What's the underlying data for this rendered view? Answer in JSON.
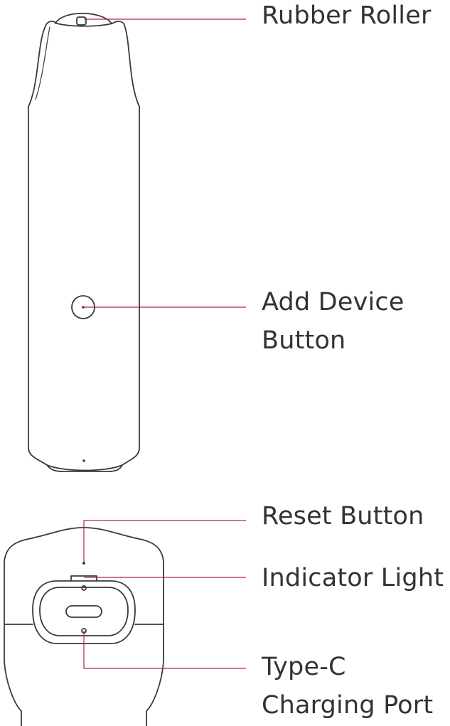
{
  "colors": {
    "outline": "#3a3a3a",
    "leader_line": "#b0283c",
    "label_text": "#333333",
    "background": "#ffffff"
  },
  "labels": {
    "rubber_roller": "Rubber Roller",
    "add_device_button": [
      "Add Device",
      "Button"
    ],
    "reset_button": "Reset Button",
    "indicator_light": "Indicator Light",
    "type_c_port": [
      "Type-C",
      "Charging Port"
    ]
  }
}
